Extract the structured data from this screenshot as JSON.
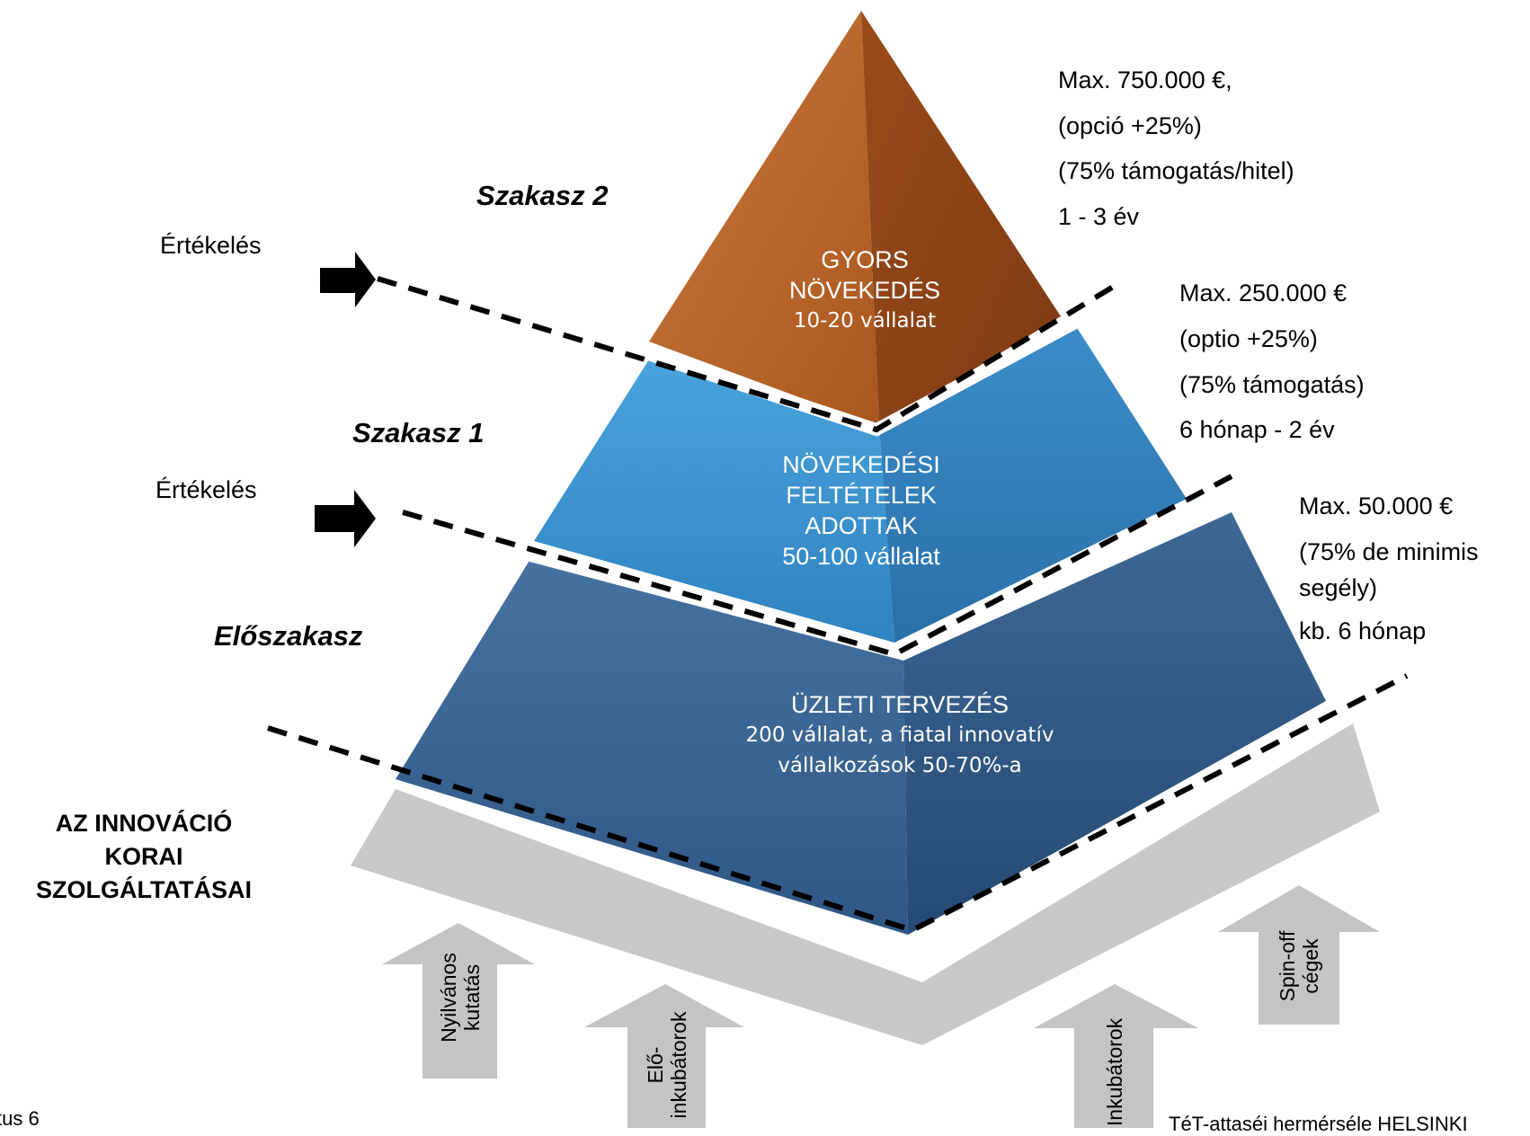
{
  "stages": {
    "stage2": "Szakasz  2",
    "stage1": "Szakasz  1",
    "prestage": "Előszakasz"
  },
  "evaluation": {
    "upper": "Értékelés",
    "lower": "Értékelés"
  },
  "pyramid": {
    "top": {
      "line1": "GYORS",
      "line2": "NÖVEKEDÉS",
      "line3": "10-20 vállalat",
      "color": "#b5652a"
    },
    "middle": {
      "line1": "NÖVEKEDÉSI",
      "line2": "FELTÉTELEK",
      "line3": "ADOTTAK",
      "line4": "50-100 vállalat",
      "color": "#3c93cd"
    },
    "bottom": {
      "line1": "ÜZLETI TERVEZÉS",
      "line2": "200 vállalat, a fiatal  innovatív",
      "line3": "vállalkozások 50-70%-a",
      "color": "#3a6491"
    }
  },
  "funding": {
    "stage2": [
      "Max. 750.000 €,",
      "(opció  +25%)",
      "(75% támogatás/hitel)",
      "1 - 3 év"
    ],
    "stage1": [
      "Max. 250.000 €",
      "(optio +25%)",
      " (75% támogatás)",
      "6 hónap - 2 év"
    ],
    "prestage": [
      "Max. 50.000 €",
      "(75%  de minimis",
      "segély)",
      "kb. 6 hónap"
    ]
  },
  "base": {
    "title_lines": [
      "AZ INNOVÁCIÓ",
      "KORAI",
      "SZOLGÁLTATÁSAI"
    ],
    "color": "#c8c8c8"
  },
  "inputs": {
    "public_research": [
      "Nyilvános",
      "kutatás"
    ],
    "pre_incubators": [
      "Elő-",
      "inkubátorok"
    ],
    "incubators": "Inkubátorok",
    "spinoffs": [
      "Spin-off",
      "cégek"
    ]
  },
  "footer": {
    "left": "tus 6",
    "right": "TéT-attaséi hermérséle HELSINKI"
  }
}
